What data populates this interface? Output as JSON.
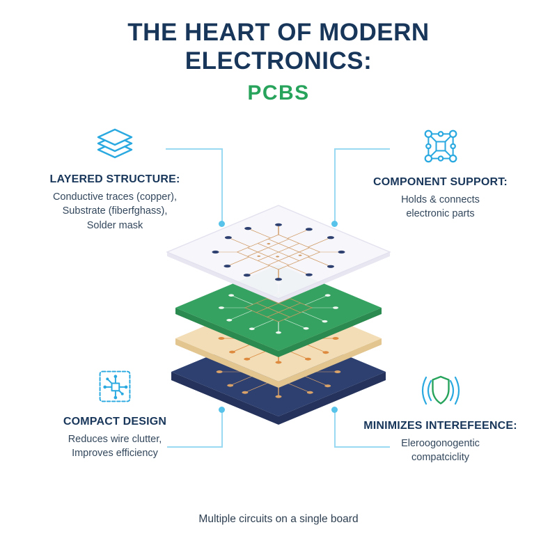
{
  "title": {
    "line1": "THE HEART OF MODERN",
    "line2": "ELECTRONICS:",
    "accent": "PCBS"
  },
  "features": [
    {
      "id": "layered-structure",
      "icon": "layers-icon",
      "heading": "LAYERED STRUCTURE:",
      "lines": [
        "Conductive traces (copper),",
        "Substrate (fiberfghass),",
        "Solder mask"
      ]
    },
    {
      "id": "component-support",
      "icon": "component-network-icon",
      "heading": "COMPONENT SUPPORT:",
      "lines": [
        "Holds & connects",
        "electronic parts"
      ]
    },
    {
      "id": "compact-design",
      "icon": "circuit-chip-icon",
      "heading": "COMPACT DESIGN",
      "lines": [
        "Reduces wire clutter,",
        "Improves efficiency"
      ]
    },
    {
      "id": "minimizes-interference",
      "icon": "shield-waves-icon",
      "heading": "MINIMIZES INTEREFEENCE:",
      "lines": [
        "Eleroogonogentic",
        "compatciclity"
      ]
    }
  ],
  "caption": "Multiple circuits on a single board",
  "colors": {
    "navy_text": "#18365a",
    "body_text": "#33475c",
    "accent_green": "#27a35c",
    "icon_blue": "#2aa9e0",
    "connector_blue": "#9ad9f2",
    "connector_dot": "#57c3ea",
    "layer_white": "#f7f6fb",
    "layer_green": "#36a261",
    "layer_tan": "#f2ddb6",
    "layer_navy": "#2e4070",
    "trace_copper": "#cf9a63",
    "trace_orange": "#dd8a3f"
  }
}
